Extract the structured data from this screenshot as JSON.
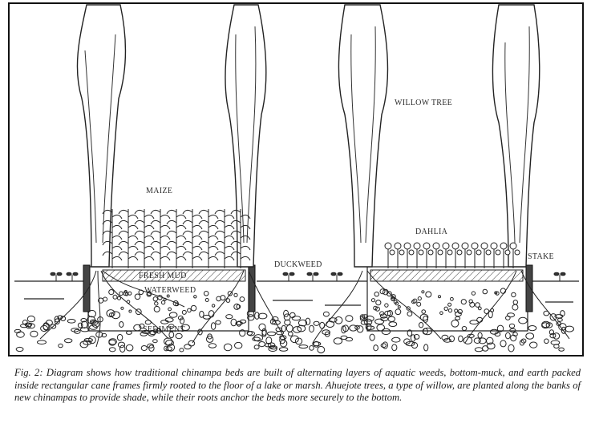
{
  "diagram": {
    "labels": {
      "willow_tree": "WILLOW TREE",
      "maize": "MAIZE",
      "dahlia": "DAHLIA",
      "duckweed": "DUCKWEED",
      "stake": "STAKE",
      "fresh_mud": "FRESH MUD",
      "waterweed": "WATERWEED",
      "sediment": "SEDIMENT"
    }
  },
  "caption": {
    "text": "Fig. 2: Diagram shows how traditional chinampa beds are built of alternating layers of aquatic weeds, bottom-muck, and earth packed inside rectangular cane frames firmly rooted to the floor of a lake or marsh. Ahuejote trees, a type of willow, are planted along the banks of new chinampas to provide shade, while their roots anchor the beds more securely to the bottom."
  }
}
